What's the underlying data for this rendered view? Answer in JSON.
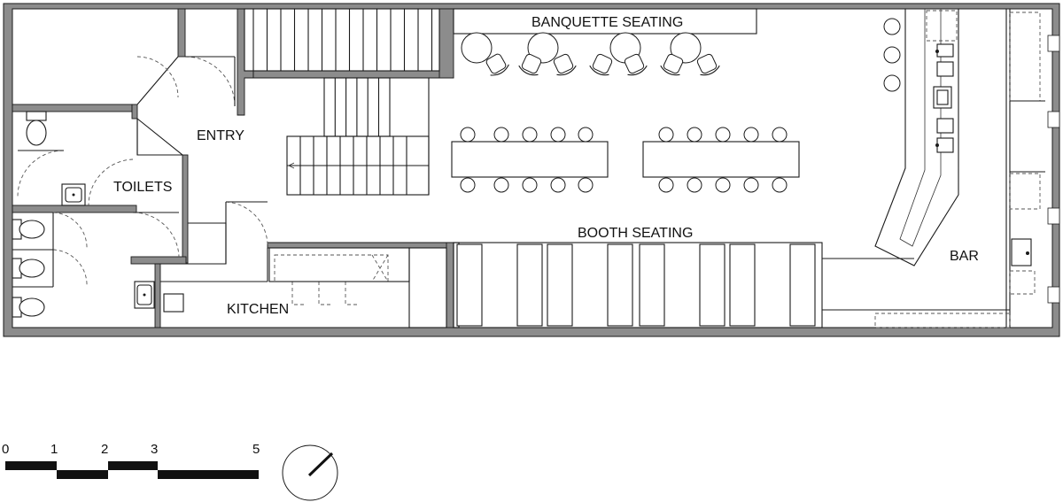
{
  "labels": {
    "banquette": "BANQUETTE SEATING",
    "entry": "ENTRY",
    "toilets": "TOILETS",
    "booth": "BOOTH SEATING",
    "kitchen": "KITCHEN",
    "bar": "BAR"
  },
  "scale_bar": {
    "ticks": [
      "0",
      "1",
      "2",
      "3",
      "5"
    ]
  },
  "colors": {
    "wall": "#8c8c8c",
    "line": "#1a1a1a",
    "background": "#ffffff"
  },
  "icons": {
    "north_arrow": "north-arrow-icon"
  }
}
